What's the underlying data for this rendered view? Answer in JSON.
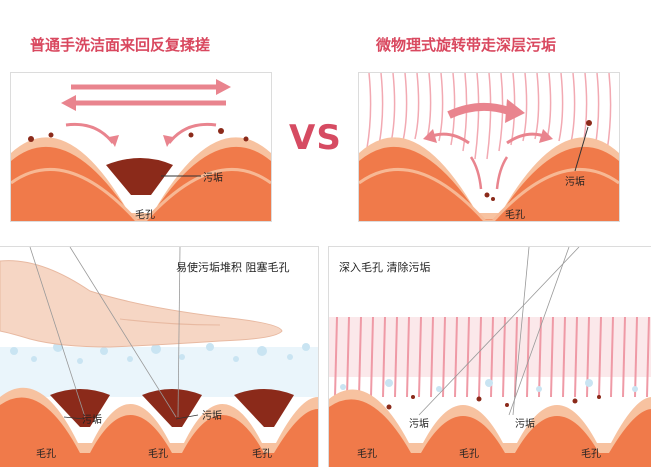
{
  "headings": {
    "left": "普通手洗洁面来回反复揉搓",
    "right": "微物理式旋转带走深层污垢"
  },
  "vs_text": "VS",
  "panels": {
    "top_left": {
      "dirt_label": "污垢",
      "pore_label": "毛孔"
    },
    "top_right": {
      "dirt_label": "污垢",
      "pore_label": "毛孔"
    },
    "bottom_left": {
      "caption": "易使污垢堆积 阻塞毛孔",
      "dirt_labels": [
        "污垢",
        "污垢"
      ],
      "pore_labels": [
        "毛孔",
        "毛孔",
        "毛孔"
      ]
    },
    "bottom_right": {
      "caption": "深入毛孔 清除污垢",
      "dirt_labels": [
        "污垢",
        "污垢"
      ],
      "pore_labels": [
        "毛孔",
        "毛孔",
        "毛孔"
      ]
    }
  },
  "colors": {
    "heading": "#d9485f",
    "skin": "#f07a4a",
    "skin_light": "#f7c2a0",
    "dirt": "#8b2a1a",
    "arrow": "#e9848e"
  }
}
